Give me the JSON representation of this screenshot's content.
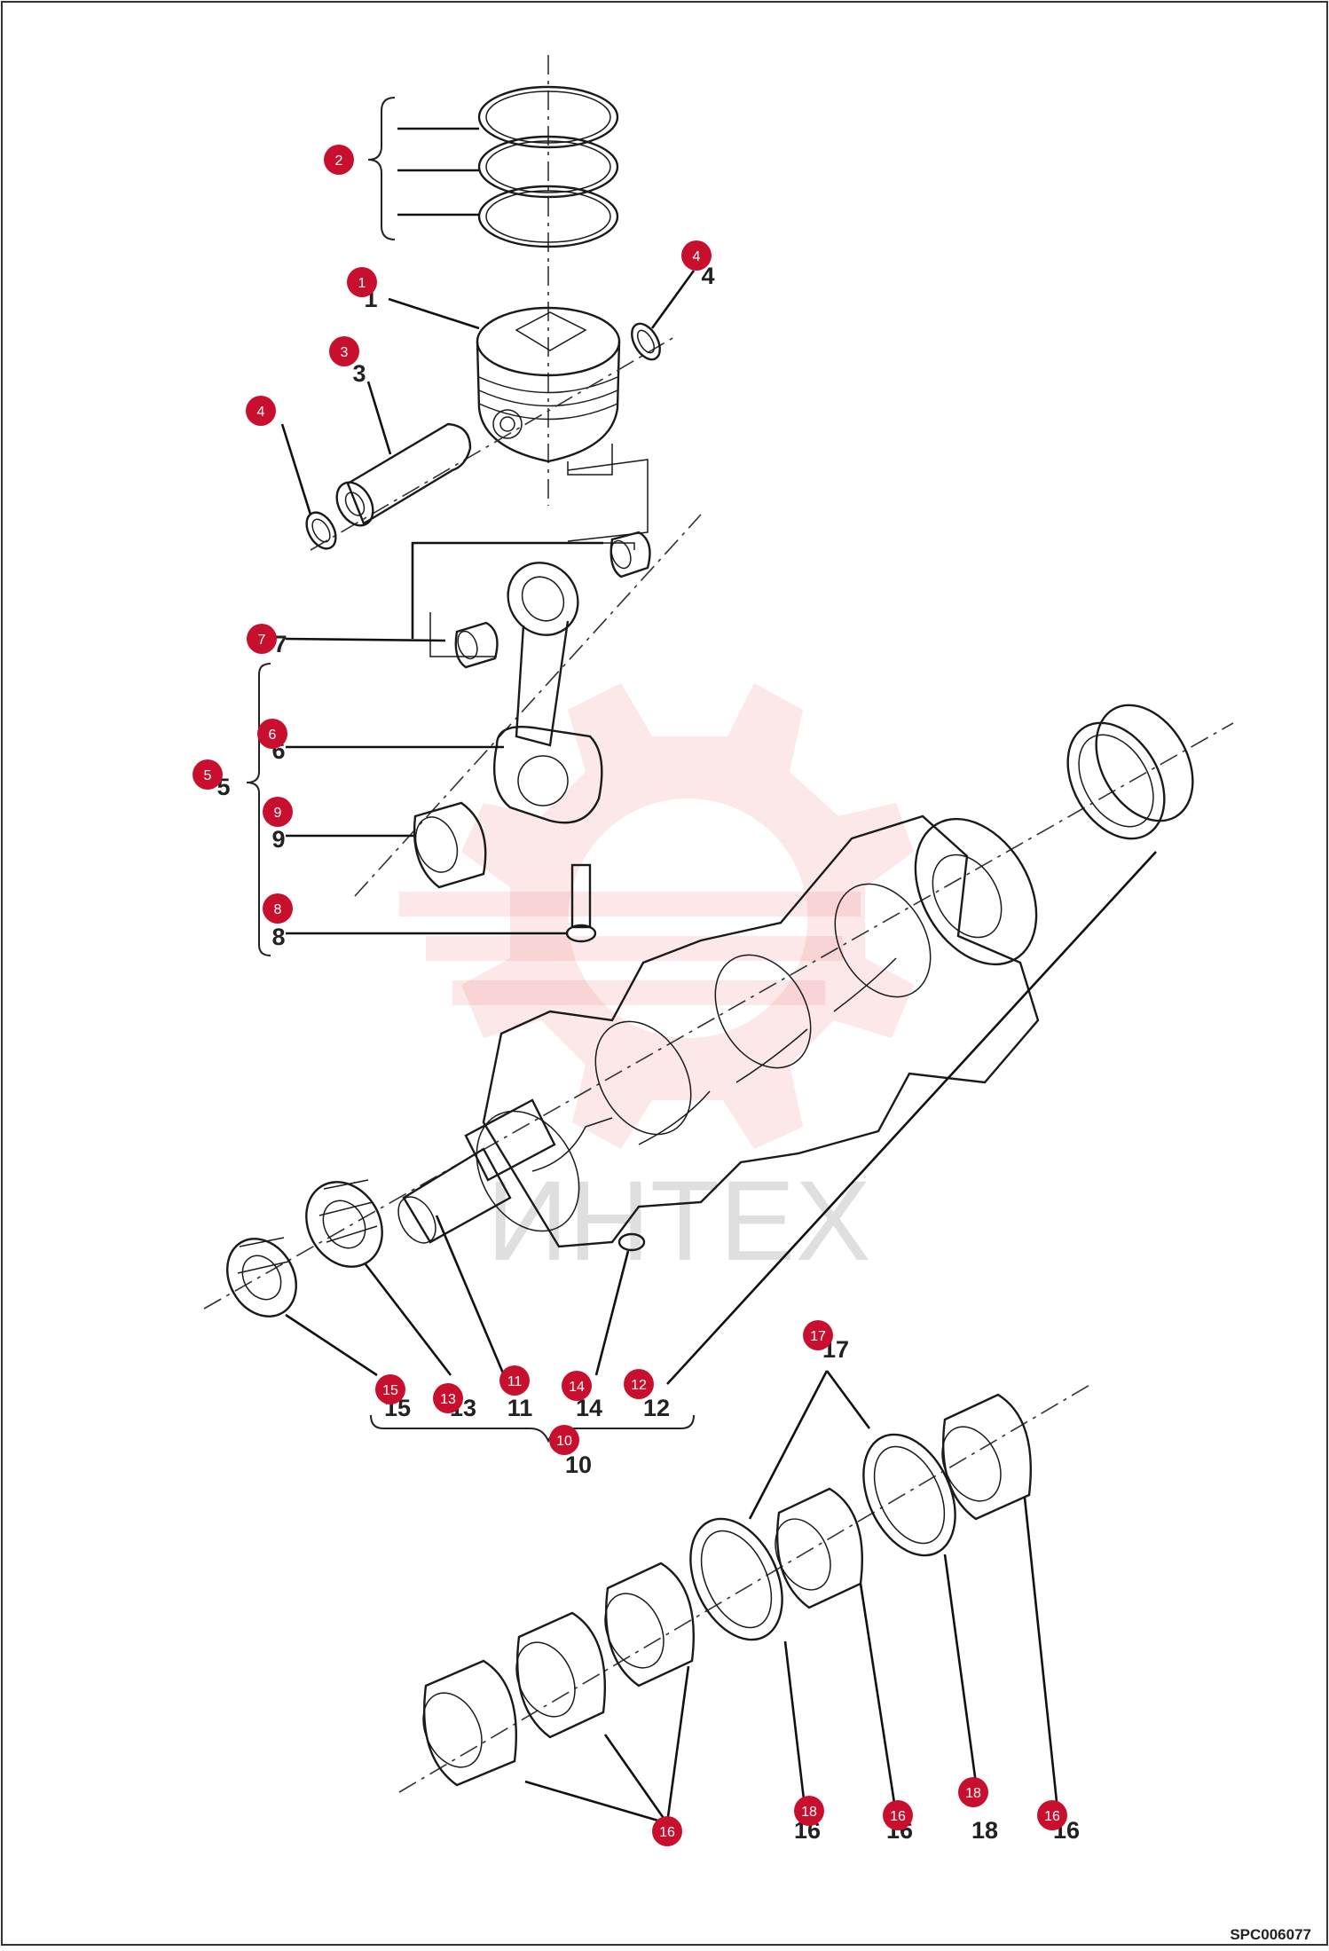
{
  "watermark": {
    "text": "ИНТЕХ",
    "color": "#e33a3a"
  },
  "colors": {
    "badge": "#c8102e",
    "badge_text": "#ffffff",
    "line": "#1a1a1a"
  },
  "callouts": [
    {
      "id": "c2",
      "label": "2"
    },
    {
      "id": "c1",
      "label": "1"
    },
    {
      "id": "c3",
      "label": "3"
    },
    {
      "id": "c4a",
      "label": "4"
    },
    {
      "id": "c4b",
      "label": "4"
    },
    {
      "id": "c7",
      "label": "7"
    },
    {
      "id": "c6",
      "label": "6"
    },
    {
      "id": "c5",
      "label": "5"
    },
    {
      "id": "c9",
      "label": "9"
    },
    {
      "id": "c8",
      "label": "8"
    },
    {
      "id": "c15",
      "label": "15"
    },
    {
      "id": "c13",
      "label": "13"
    },
    {
      "id": "c11",
      "label": "11"
    },
    {
      "id": "c14",
      "label": "14"
    },
    {
      "id": "c12",
      "label": "12"
    },
    {
      "id": "c10",
      "label": "10"
    },
    {
      "id": "c17",
      "label": "17"
    },
    {
      "id": "c16a",
      "label": "16"
    },
    {
      "id": "c18a",
      "label": "18"
    },
    {
      "id": "c16b",
      "label": "16"
    },
    {
      "id": "c18b",
      "label": "18"
    },
    {
      "id": "c16c",
      "label": "16"
    }
  ],
  "printed_numbers": [
    "1",
    "3",
    "4",
    "7",
    "6",
    "5",
    "9",
    "8",
    "15",
    "13",
    "11",
    "14",
    "12",
    "10",
    "17",
    "16",
    "16",
    "18",
    "16"
  ],
  "drawing_code": "SPC006077"
}
